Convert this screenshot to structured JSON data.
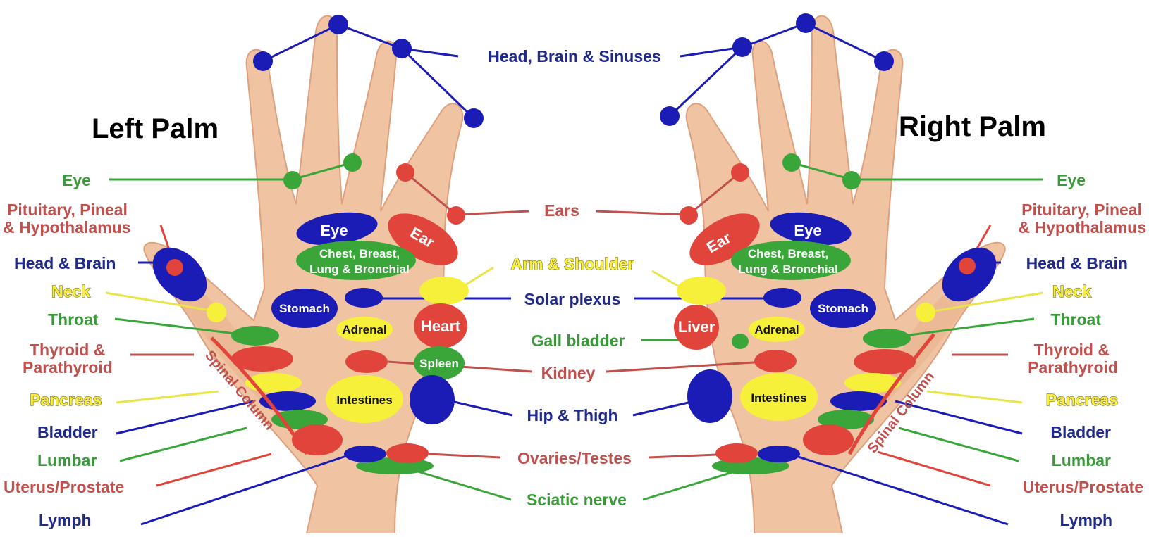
{
  "titles": {
    "left": "Left Palm",
    "right": "Right Palm"
  },
  "colors": {
    "blue": "#1b1bb6",
    "red": "#e0443a",
    "green": "#3aa63a",
    "yellow": "#f7f03a",
    "navy_text": "#1f2a8a",
    "red_text": "#c0504d",
    "green_text": "#3a9a3a",
    "yellow_text": "#e8e44a",
    "skin": "#f0c4a2",
    "skin_shade": "#dea27e"
  },
  "center_labels": {
    "head_brain_sinuses": "Head, Brain & Sinuses",
    "ears": "Ears",
    "arm_shoulder": "Arm & Shoulder",
    "solar_plexus": "Solar plexus",
    "gall_bladder": "Gall bladder",
    "kidney": "Kidney",
    "hip_thigh": "Hip & Thigh",
    "ovaries_testes": "Ovaries/Testes",
    "sciatic_nerve": "Sciatic nerve"
  },
  "side_labels": {
    "eye": "Eye",
    "pituitary_line1": "Pituitary, Pineal",
    "pituitary_line2": "& Hypothalamus",
    "head_brain": "Head & Brain",
    "neck": "Neck",
    "throat": "Throat",
    "thyroid_line1": "Thyroid &",
    "thyroid_line2": "Parathyroid",
    "pancreas": "Pancreas",
    "bladder": "Bladder",
    "lumbar": "Lumbar",
    "uterus_prostate": "Uterus/Prostate",
    "lymph": "Lymph"
  },
  "zones": {
    "eye": "Eye",
    "ear": "Ear",
    "chest_line1": "Chest, Breast,",
    "chest_line2": "Lung & Bronchial",
    "stomach": "Stomach",
    "adrenal": "Adrenal",
    "heart": "Heart",
    "liver": "Liver",
    "spleen": "Spleen",
    "intestines": "Intestines",
    "spinal_column": "Spinal Column"
  }
}
